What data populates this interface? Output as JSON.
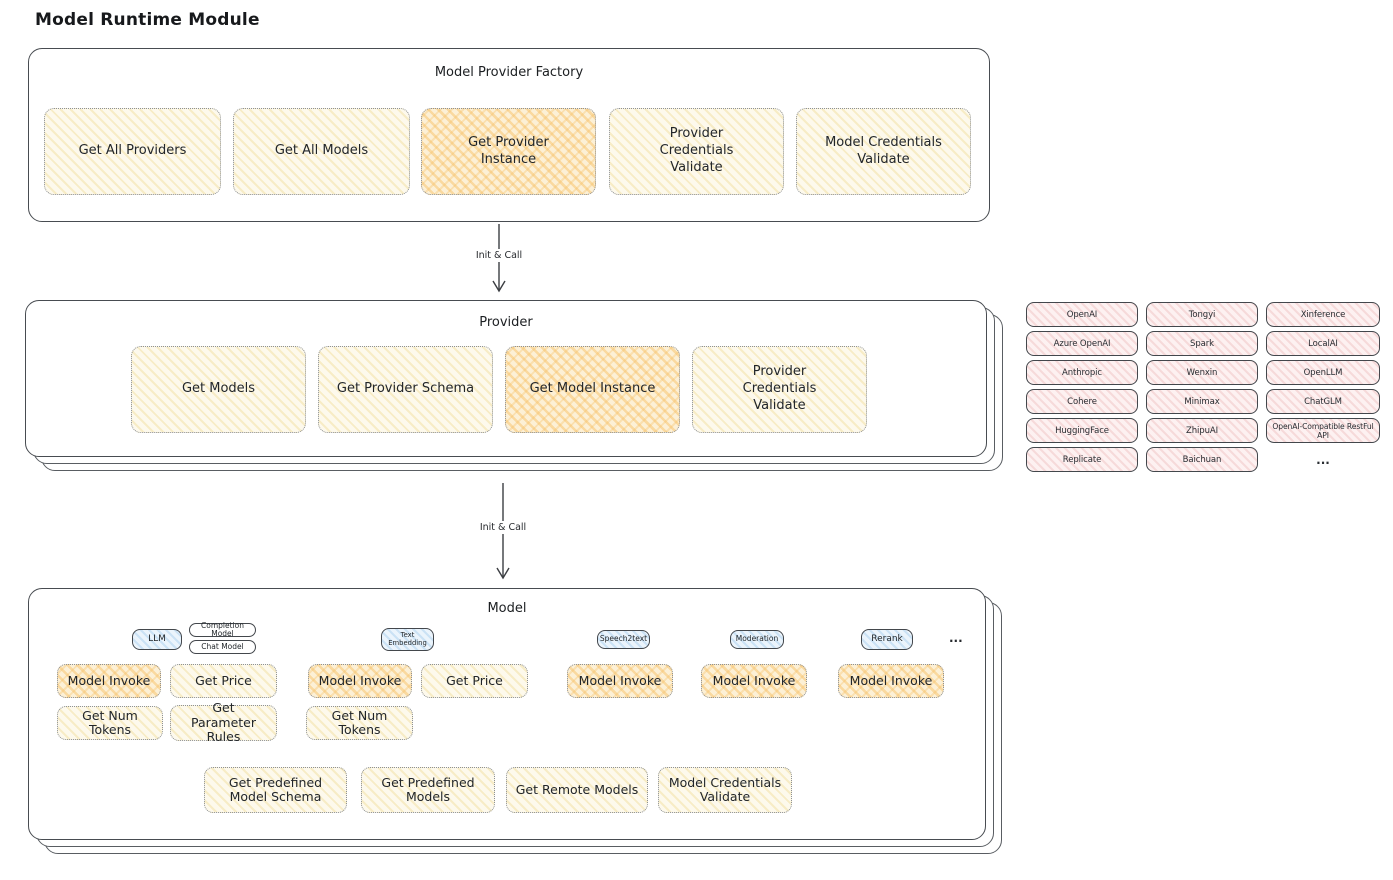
{
  "page_title": "Model Runtime Module",
  "colors": {
    "node_yellow": "#fdf9ec",
    "node_highlight_orange": "#fcf0d6",
    "provider_pink": "#fdf1f1",
    "tab_blue": "#ebf4fc",
    "stroke_dark": "#484c51"
  },
  "factory": {
    "title": "Model Provider Factory",
    "boxes": [
      {
        "label": "Get All Providers",
        "highlight": false
      },
      {
        "label": "Get All Models",
        "highlight": false
      },
      {
        "label": "Get Provider Instance",
        "highlight": true
      },
      {
        "label": "Provider Credentials Validate",
        "highlight": false
      },
      {
        "label": "Model Credentials Validate",
        "highlight": false
      }
    ]
  },
  "flow": {
    "arrow1_label": "Init & Call",
    "arrow2_label": "Init & Call"
  },
  "provider": {
    "title": "Provider",
    "boxes": [
      {
        "label": "Get Models",
        "highlight": false
      },
      {
        "label": "Get Provider Schema",
        "highlight": false
      },
      {
        "label": "Get Model Instance",
        "highlight": true
      },
      {
        "label": "Provider Credentials Validate",
        "highlight": false
      }
    ]
  },
  "provider_list": {
    "items": [
      "OpenAI",
      "Tongyi",
      "Xinference",
      "Azure OpenAI",
      "Spark",
      "LocalAI",
      "Anthropic",
      "Wenxin",
      "OpenLLM",
      "Cohere",
      "Minimax",
      "ChatGLM",
      "HuggingFace",
      "ZhipuAI",
      "OpenAI-Compatible RestFul API",
      "Replicate",
      "Baichuan"
    ],
    "more": "..."
  },
  "model": {
    "title": "Model",
    "tabs": {
      "llm": "LLM",
      "completion": "Completion Model",
      "chat": "Chat Model",
      "text_embedding": "Text Embedding",
      "speech2text": "Speech2text",
      "moderation": "Moderation",
      "rerank": "Rerank",
      "more": "..."
    },
    "llm": {
      "invoke": "Model Invoke",
      "price": "Get Price",
      "num_tokens": "Get Num Tokens",
      "parameter_rules": "Get Parameter Rules"
    },
    "text_embedding": {
      "invoke": "Model Invoke",
      "price": "Get Price",
      "num_tokens": "Get Num Tokens"
    },
    "speech2text": {
      "invoke": "Model Invoke"
    },
    "moderation": {
      "invoke": "Model Invoke"
    },
    "rerank": {
      "invoke": "Model Invoke"
    },
    "common": [
      "Get Predefined Model Schema",
      "Get Predefined Models",
      "Get Remote Models",
      "Model Credentials Validate"
    ]
  }
}
